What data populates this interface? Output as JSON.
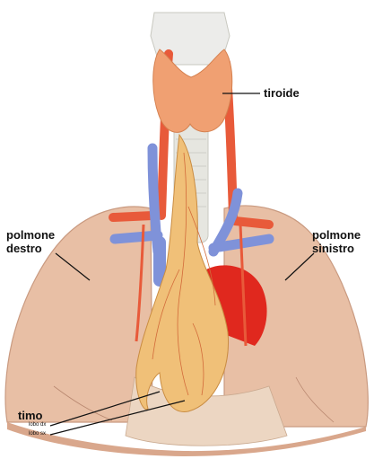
{
  "labels": {
    "tiroide": "tiroide",
    "polmone_destro_line1": "polmone",
    "polmone_destro_line2": "destro",
    "polmone_sinistro_line1": "polmone",
    "polmone_sinistro_line2": "sinistro",
    "timo": "timo",
    "lobo_dx": "lobo dx",
    "lobo_sx": "lobo sx"
  },
  "colors": {
    "lung": "#e8bfa5",
    "lung_shadow": "#d9a78c",
    "trachea": "#e6e6e0",
    "thyroid": "#f0a072",
    "artery": "#e85a3a",
    "vein": "#7f92d9",
    "heart": "#e0281e",
    "thymus": "#f0c078",
    "label_line": "#111111"
  }
}
